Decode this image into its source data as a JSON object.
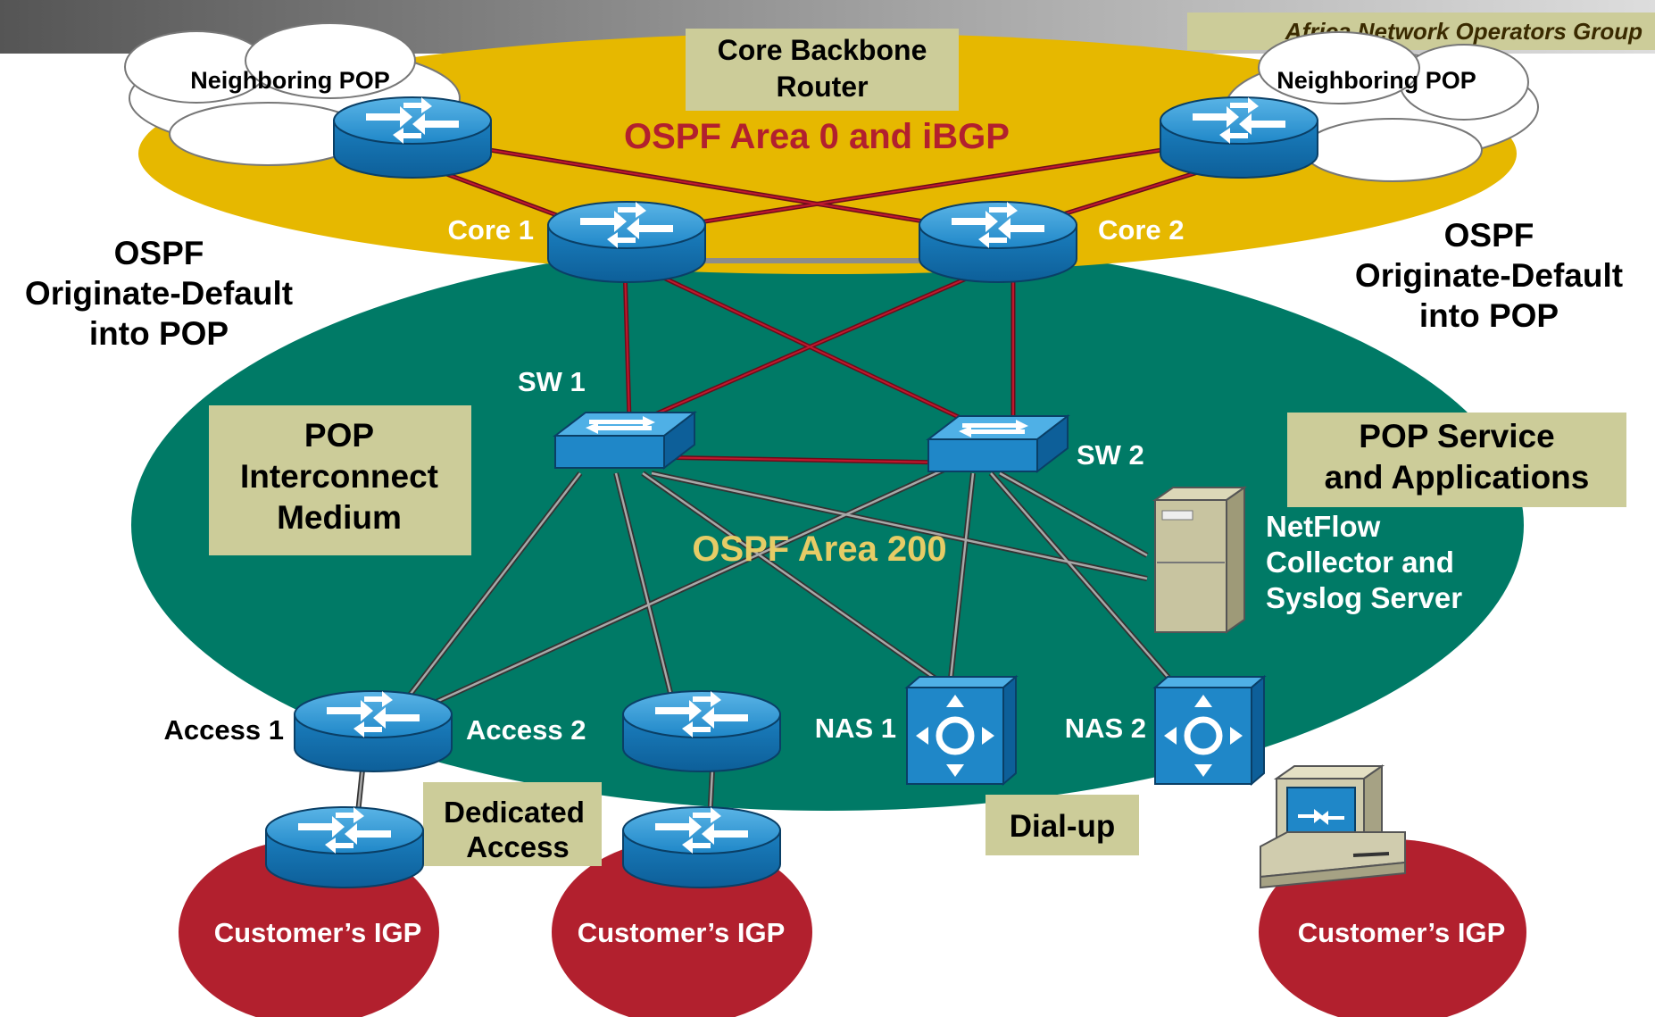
{
  "header_banner": "Africa Network Operators Group",
  "areas": {
    "backbone": "OSPF Area 0 and iBGP",
    "pop": "OSPF Area 200"
  },
  "boxes": {
    "core_backbone": [
      "Core Backbone",
      "Router"
    ],
    "pop_interconnect": [
      "POP",
      "Interconnect",
      "Medium"
    ],
    "pop_service": [
      "POP Service",
      "and Applications"
    ],
    "dedicated_access": [
      "Dedicated",
      "Access"
    ],
    "dial_up": [
      "Dial-up"
    ]
  },
  "clouds": {
    "left": "Neighboring POP",
    "right": "Neighboring POP"
  },
  "side_notes": {
    "left": [
      "OSPF",
      "Originate-Default",
      "into POP"
    ],
    "right": [
      "OSPF",
      "Originate-Default",
      "into POP"
    ]
  },
  "devices": {
    "core1": "Core 1",
    "core2": "Core 2",
    "sw1": "SW 1",
    "sw2": "SW 2",
    "access1": "Access 1",
    "access2": "Access 2",
    "nas1": "NAS 1",
    "nas2": "NAS 2",
    "server": [
      "NetFlow",
      "Collector and",
      "Syslog Server"
    ]
  },
  "customers": {
    "c1": "Customer’s IGP",
    "c2": "Customer’s IGP",
    "c3": "Customer’s IGP"
  },
  "colors": {
    "backbone": "#E6B800",
    "pop": "#007A66",
    "customer": "#B2202E",
    "box": "#CCCC99",
    "red_link": "#A0142A",
    "gray_link": "#8C8C8C",
    "device_blue": "#1A8CD0"
  }
}
